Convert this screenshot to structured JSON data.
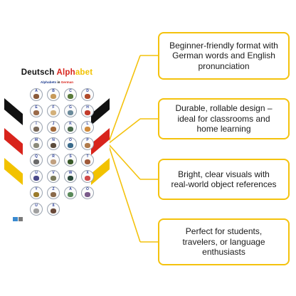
{
  "poster": {
    "title_black": "Deutsch",
    "title_red": " Alph",
    "title_yellow": "abet",
    "subtitle_blue": "Alphabets",
    "subtitle_mid": " in ",
    "subtitle_red": "German",
    "letters": [
      "A",
      "B",
      "C",
      "D",
      "E",
      "F",
      "G",
      "H",
      "I",
      "J",
      "K",
      "L",
      "M",
      "N",
      "O",
      "P",
      "Q",
      "R",
      "S",
      "T",
      "U",
      "V",
      "W",
      "X",
      "Y",
      "Z",
      "Ä",
      "Ö",
      "Ü",
      "ß"
    ],
    "pic_colors": [
      "#8a5a3a",
      "#c79a5a",
      "#5a7a3a",
      "#b04a2a",
      "#9a6a4a",
      "#d3b07a",
      "#6a8a9a",
      "#c23a2a",
      "#7a6a5a",
      "#a36a3a",
      "#4a6a4a",
      "#d08a3a",
      "#8a8a7a",
      "#5a4a3a",
      "#3a6a8a",
      "#b07a4a",
      "#6a6a6a",
      "#c0a080",
      "#3a5a2a",
      "#a05a3a",
      "#4a4a8a",
      "#7a7a5a",
      "#2a4a3a",
      "#d04a4a",
      "#9a7a2a",
      "#8a6a4a",
      "#5a8a5a",
      "#7a5a8a",
      "#a0a0a0",
      "#6a4a3a"
    ]
  },
  "flag_colors": {
    "black": "#111111",
    "red": "#d8241c",
    "yellow": "#f2c200"
  },
  "accent": "#f4c20d",
  "features": [
    "Beginner-friendly format with German words and English pronunciation",
    "Durable, rollable design – ideal for classrooms and home learning",
    "Bright, clear visuals with real-world object references",
    "Perfect for students, travelers, or language enthusiasts"
  ]
}
